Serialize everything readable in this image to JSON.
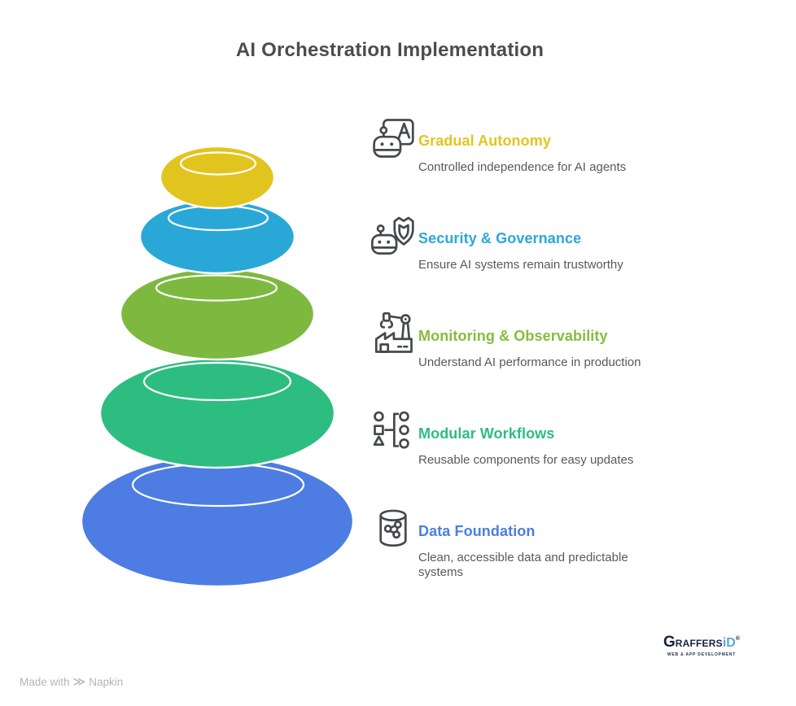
{
  "page": {
    "title": "AI Orchestration Implementation",
    "title_color": "#4c4c4c",
    "background": "#ffffff"
  },
  "items": [
    {
      "id": "gradual-autonomy",
      "icon": "robot-presentation-icon",
      "title": "Gradual Autonomy",
      "description": "Controlled independence for AI agents",
      "color": "#e5c41d"
    },
    {
      "id": "security-governance",
      "icon": "robot-shield-icon",
      "title": "Security & Governance",
      "description": "Ensure AI systems remain trustworthy",
      "color": "#2aa7dd"
    },
    {
      "id": "monitoring-observability",
      "icon": "factory-robot-arm-icon",
      "title": "Monitoring & Observability",
      "description": "Understand AI performance in production",
      "color": "#85bd3c"
    },
    {
      "id": "modular-workflows",
      "icon": "modular-shapes-icon",
      "title": "Modular Workflows",
      "description": "Reusable components for easy updates",
      "color": "#2ebd80"
    },
    {
      "id": "data-foundation",
      "icon": "database-network-icon",
      "title": "Data Foundation",
      "description": "Clean, accessible data and predictable systems",
      "color": "#4b7ee0"
    }
  ],
  "stack": {
    "levels": [
      {
        "name": "Gradual Autonomy",
        "color": "#e2c41e"
      },
      {
        "name": "Security & Governance",
        "color": "#29a8d8"
      },
      {
        "name": "Monitoring & Observability",
        "color": "#7db93f"
      },
      {
        "name": "Modular Workflows",
        "color": "#2ebd80"
      },
      {
        "name": "Data Foundation",
        "color": "#4d7de2"
      }
    ]
  },
  "footer": {
    "made_with": "Made with",
    "brand": "Napkin",
    "glyph": "≫"
  },
  "logo": {
    "prefix": "G",
    "name": "RAFFERS",
    "suffix": "iD",
    "registered": "®",
    "tagline": "WEB & APP DEVELOPMENT"
  }
}
